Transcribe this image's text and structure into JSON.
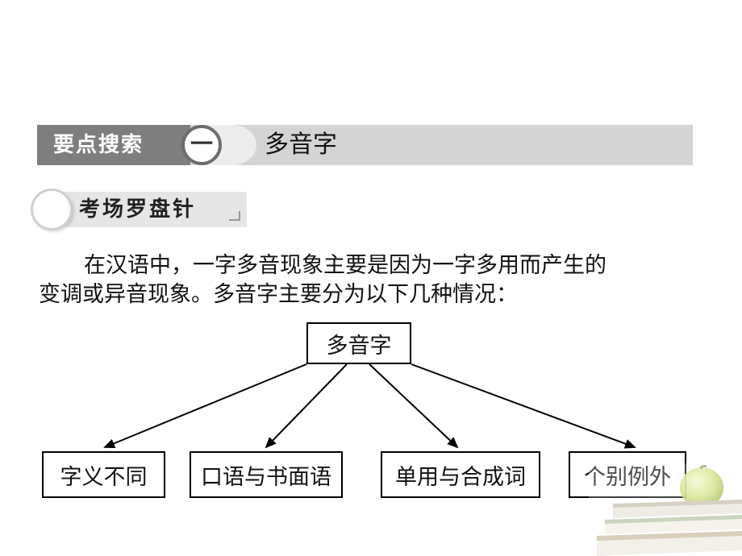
{
  "section": {
    "tag": "要点搜索",
    "number": "一",
    "title": "多音字"
  },
  "subheading": "考场罗盘针",
  "paragraph": {
    "line1": "在汉语中，一字多音现象主要是因为一字多用而产生的",
    "line2": "变调或异音现象。多音字主要分为以下几种情况："
  },
  "diagram": {
    "root": "多音字",
    "children": [
      "字义不同",
      "口语与书面语",
      "单用与合成词",
      "个别例外"
    ]
  }
}
